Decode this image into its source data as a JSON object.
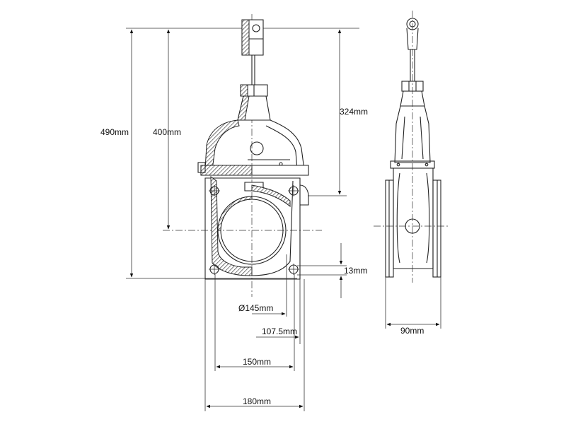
{
  "dimensions": {
    "overall_height": "490mm",
    "center_height": "400mm",
    "stem_height": "324mm",
    "flange_thickness": "13mm",
    "bore_diameter": "Ø145mm",
    "half_flange": "107.5mm",
    "bolt_circle": "150mm",
    "flange_width": "180mm",
    "face_to_face": "90mm"
  },
  "colors": {
    "line": "#222222",
    "hatch": "#222222",
    "background": "#ffffff"
  }
}
